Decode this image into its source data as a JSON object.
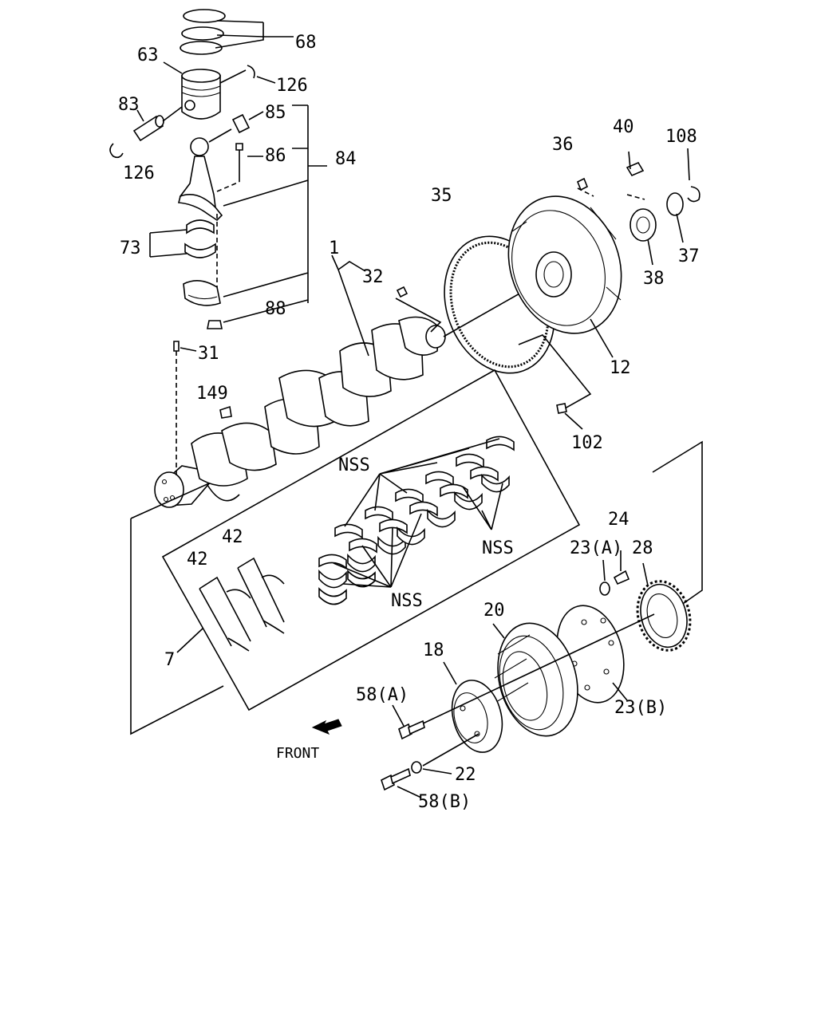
{
  "labels": {
    "l68": "68",
    "l63": "63",
    "l126a": "126",
    "l83": "83",
    "l85": "85",
    "l126b": "126",
    "l86": "86",
    "l84": "84",
    "l73": "73",
    "l32": "32",
    "l1": "1",
    "l88": "88",
    "l31": "31",
    "l149": "149",
    "l35": "35",
    "l36": "36",
    "l40": "40",
    "l108": "108",
    "l37": "37",
    "l38": "38",
    "l12": "12",
    "l102": "102",
    "lnss1": "NSS",
    "lnss2": "NSS",
    "lnss3": "NSS",
    "l42a": "42",
    "l42b": "42",
    "l7": "7",
    "l24": "24",
    "l23a": "23(A)",
    "l28": "28",
    "l20": "20",
    "l18": "18",
    "l58a": "58(A)",
    "l23b": "23(B)",
    "l22": "22",
    "l58b": "58(B)",
    "front": "FRONT"
  }
}
